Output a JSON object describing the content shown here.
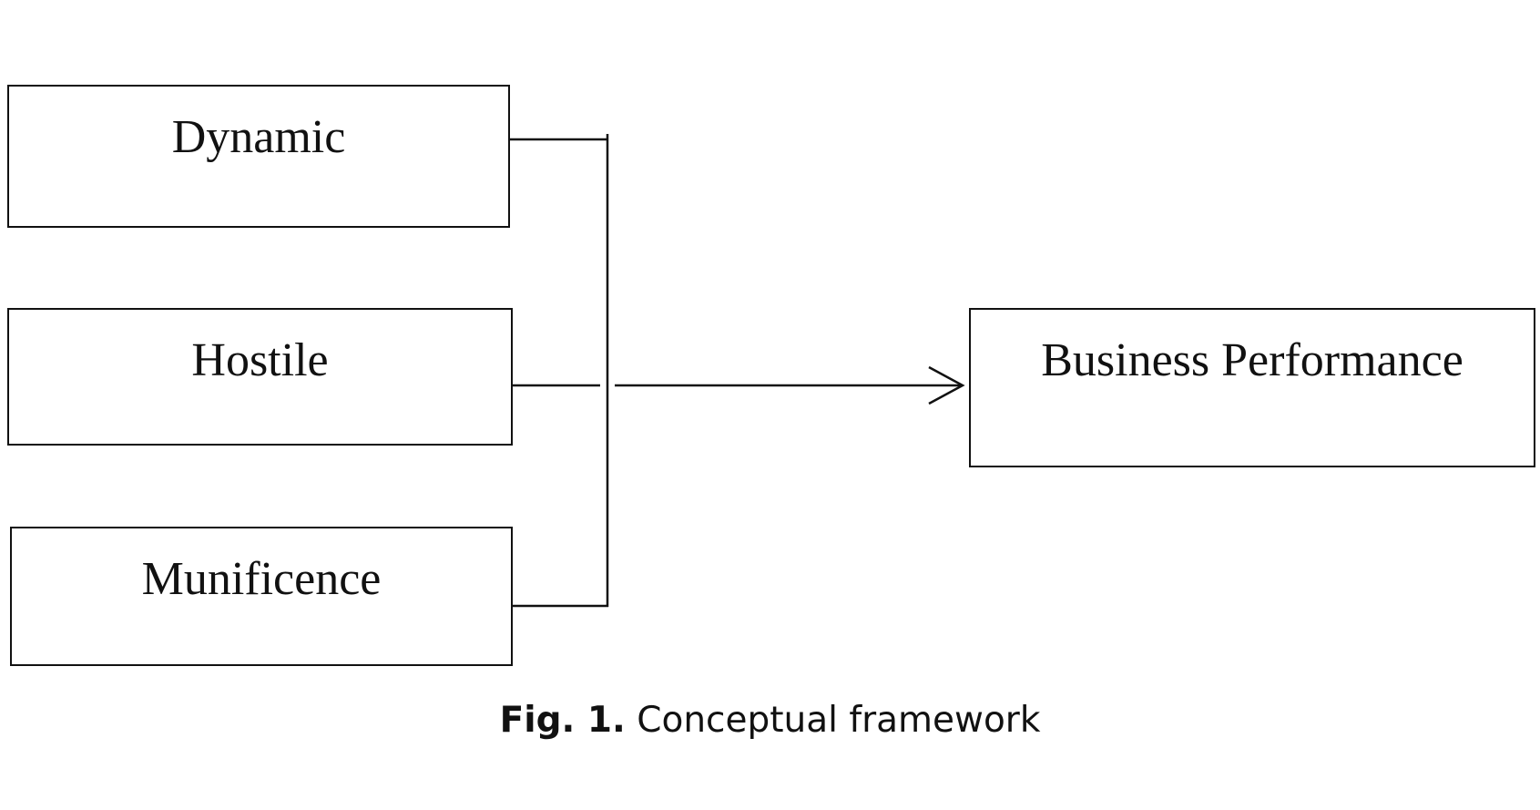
{
  "diagram": {
    "independent_variables": [
      {
        "id": "dynamic",
        "label": "Dynamic"
      },
      {
        "id": "hostile",
        "label": "Hostile"
      },
      {
        "id": "munificence",
        "label": "Munificence"
      }
    ],
    "dependent_variable": {
      "id": "business-performance",
      "label": "Business Performance"
    },
    "edges": [
      {
        "from": "dynamic",
        "to": "business-performance"
      },
      {
        "from": "hostile",
        "to": "business-performance"
      },
      {
        "from": "munificence",
        "to": "business-performance"
      }
    ],
    "line_color": "#111111"
  },
  "caption": {
    "number": "Fig. 1.",
    "text": "Conceptual framework"
  }
}
